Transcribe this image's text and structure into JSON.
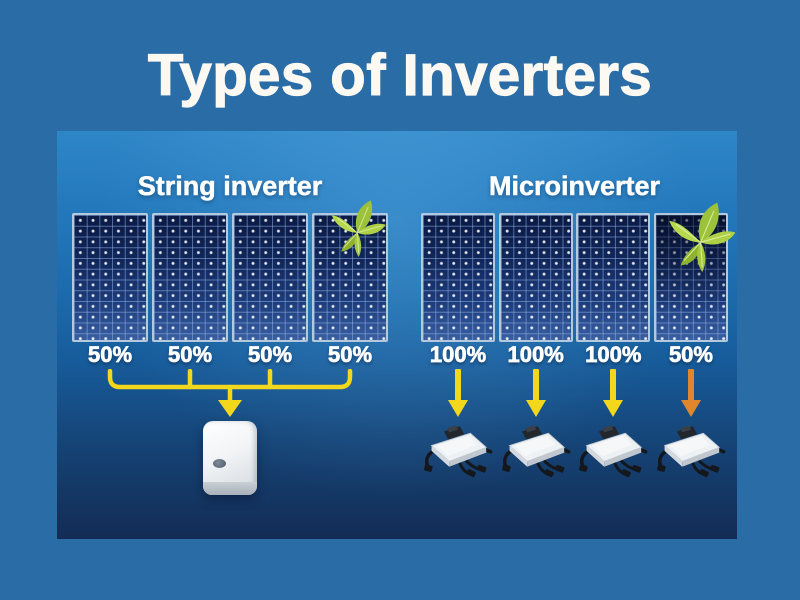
{
  "title": "Types of Inverters",
  "colors": {
    "outer_bg": "#2a6ca6",
    "photo_top_blue": "#2f86c7",
    "photo_bottom_navy": "#132c55",
    "title_text": "#fbf9f1",
    "heading_text": "#ffffff",
    "label_text": "#ffffff",
    "bus_yellow": "#f2d71d",
    "arrow_orange": "#e0862d",
    "panel_navy": "#0c1f4e",
    "leaf_green": "#aed045"
  },
  "string_section": {
    "heading": "String inverter",
    "outputs": [
      {
        "value": "50%"
      },
      {
        "value": "50%"
      },
      {
        "value": "50%"
      },
      {
        "value": "50%"
      }
    ]
  },
  "micro_section": {
    "heading": "Microinverter",
    "outputs": [
      {
        "value": "100%",
        "arrow_color": "#f2d71d"
      },
      {
        "value": "100%",
        "arrow_color": "#f2d71d"
      },
      {
        "value": "100%",
        "arrow_color": "#f2d71d"
      },
      {
        "value": "50%",
        "arrow_color": "#e0862d"
      }
    ]
  }
}
